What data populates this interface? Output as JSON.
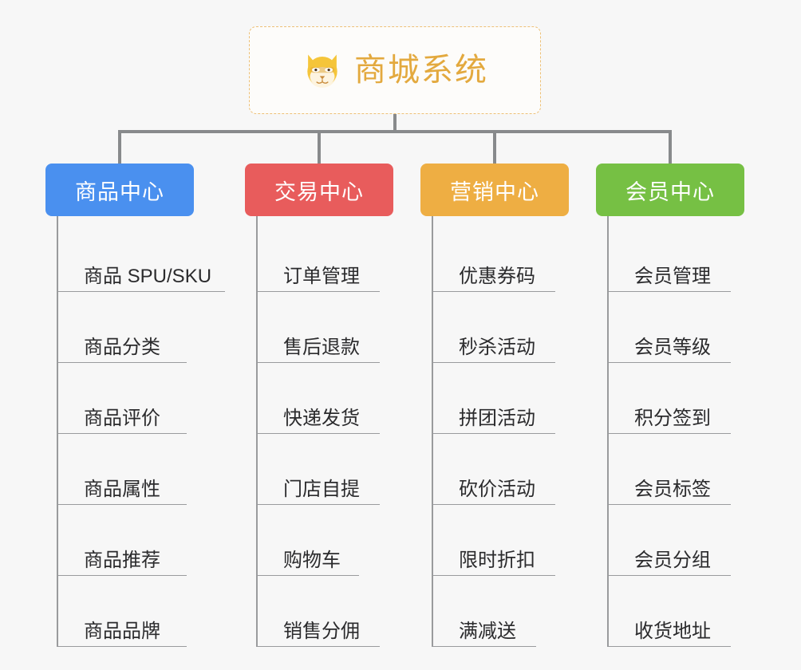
{
  "root": {
    "title": "商城系统",
    "icon": "shiba-dog-icon",
    "title_color": "#e3a93e",
    "border_color": "#edc077"
  },
  "colors": {
    "background": "#f7f7f7",
    "connector": "#888a8c",
    "divider": "#9a9b9d",
    "leaf_text": "#2b2b2d"
  },
  "columns": [
    {
      "label": "商品中心",
      "color": "#4a90ef",
      "items": [
        {
          "label": "商品 SPU/SKU",
          "wide": true
        },
        {
          "label": "商品分类"
        },
        {
          "label": "商品评价"
        },
        {
          "label": "商品属性"
        },
        {
          "label": "商品推荐"
        },
        {
          "label": "商品品牌"
        }
      ]
    },
    {
      "label": "交易中心",
      "color": "#e85c5c",
      "items": [
        {
          "label": "订单管理"
        },
        {
          "label": "售后退款"
        },
        {
          "label": "快递发货"
        },
        {
          "label": "门店自提"
        },
        {
          "label": "购物车",
          "narrow": true
        },
        {
          "label": "销售分佣"
        }
      ]
    },
    {
      "label": "营销中心",
      "color": "#eeae43",
      "items": [
        {
          "label": "优惠券码"
        },
        {
          "label": "秒杀活动"
        },
        {
          "label": "拼团活动"
        },
        {
          "label": "砍价活动"
        },
        {
          "label": "限时折扣"
        },
        {
          "label": "满减送",
          "narrow": true
        }
      ]
    },
    {
      "label": "会员中心",
      "color": "#76c044",
      "items": [
        {
          "label": "会员管理"
        },
        {
          "label": "会员等级"
        },
        {
          "label": "积分签到"
        },
        {
          "label": "会员标签"
        },
        {
          "label": "会员分组"
        },
        {
          "label": "收货地址"
        }
      ]
    }
  ]
}
